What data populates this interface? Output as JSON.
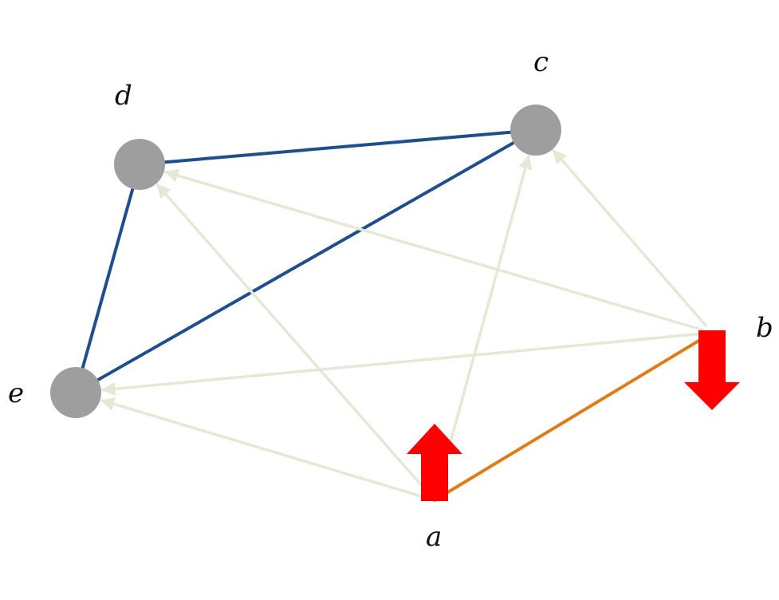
{
  "diagram": {
    "nodes": [
      {
        "id": "a",
        "label": "a",
        "marker": "red-up-arrow"
      },
      {
        "id": "b",
        "label": "b",
        "marker": "red-down-arrow"
      },
      {
        "id": "c",
        "label": "c",
        "marker": "gray-dot"
      },
      {
        "id": "d",
        "label": "d",
        "marker": "gray-dot"
      },
      {
        "id": "e",
        "label": "e",
        "marker": "gray-dot"
      }
    ],
    "edges": [
      {
        "from": "d",
        "to": "c",
        "kind": "undirected",
        "color": "#1f4e8c"
      },
      {
        "from": "c",
        "to": "e",
        "kind": "undirected",
        "color": "#1f4e8c"
      },
      {
        "from": "d",
        "to": "e",
        "kind": "undirected",
        "color": "#1f4e8c"
      },
      {
        "from": "a",
        "to": "b",
        "kind": "undirected",
        "color": "#e07b1a"
      },
      {
        "from": "a",
        "to": "d",
        "kind": "directed",
        "color": "#e4e9d6"
      },
      {
        "from": "a",
        "to": "c",
        "kind": "directed",
        "color": "#e4e9d6"
      },
      {
        "from": "a",
        "to": "e",
        "kind": "directed",
        "color": "#e4e9d6"
      },
      {
        "from": "b",
        "to": "d",
        "kind": "directed",
        "color": "#e4e9d6"
      },
      {
        "from": "b",
        "to": "c",
        "kind": "directed",
        "color": "#e4e9d6"
      },
      {
        "from": "b",
        "to": "e",
        "kind": "directed",
        "color": "#e4e9d6"
      }
    ],
    "colors": {
      "node_fill": "#9e9e9e",
      "marker_red": "#ff0000",
      "blue_edge": "#1f4e8c",
      "orange_edge": "#e07b1a",
      "light_edge": "#e4e9d6"
    }
  }
}
